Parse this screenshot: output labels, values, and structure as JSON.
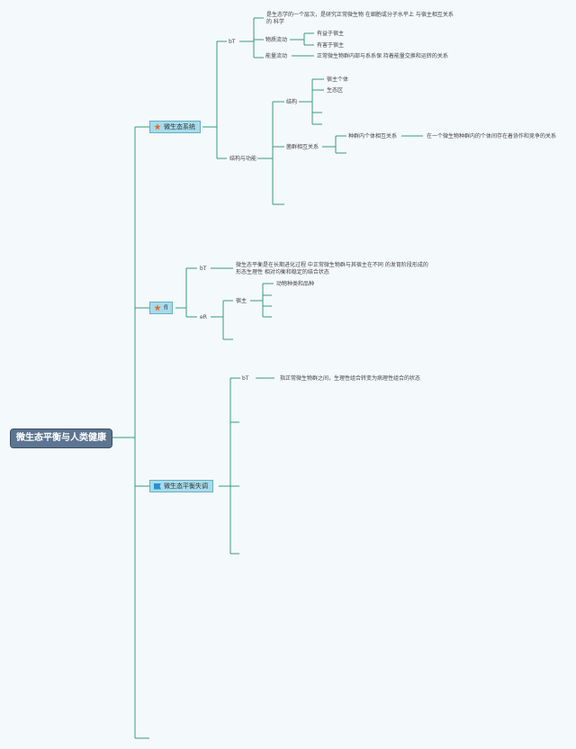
{
  "root": {
    "label": "微生态平衡与人类健康"
  },
  "b1": {
    "label": "微生态系统",
    "icon": "star-icon",
    "def_label": "bT",
    "def_text": "是生态学的一个层次，是研究正常微生物 在细胞或分子水平上 与宿主相互关系的 科学",
    "material_flow": "物质流动",
    "beneficial": "有益于宿主",
    "harmful": "有害于宿主",
    "energy_flow": "能量流动",
    "energy_text": "正常微生物群内部与系系保 持着能量交换和运转的关系",
    "structure_function": "结构与功能",
    "structure": "结构",
    "host_individual": "宿主个体",
    "habitat": "生态区",
    "interaction": "菌群相互关系",
    "intraspecies": "种群内个体相互关系",
    "intraspecies_text": "在一个微生物种群内的个体间存在着协作和竞争的关系"
  },
  "b2": {
    "label": "fl",
    "icon": "star-icon",
    "def_label": "bT",
    "def_text": "微生态平衡是在长期进化过程 中正常微生物群与其宿主在不同 的发育阶段形成的 形态生理性 相对均衡和稳定的结合状态",
    "er_label": "eR",
    "host": "宿主",
    "animal_species": "动物种类和品种"
  },
  "b3": {
    "label": "微生态平衡失调",
    "icon": "flag-icon",
    "def_label": "bT",
    "def_text": "指正常微生物群之间，生理性组合转变为病理性组合的状态"
  },
  "colors": {
    "line": "#3a9a7c",
    "branch_fill": "#a6dceb",
    "root_fill": "#5d7590"
  }
}
